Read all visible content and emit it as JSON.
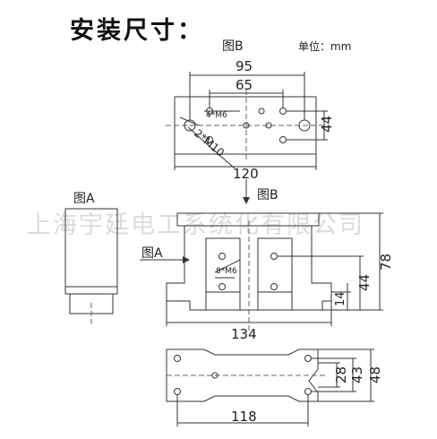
{
  "title": "安装尺寸：",
  "unit_label": "单位：mm",
  "view_b_label": "图B",
  "view_a_label": "图A",
  "arrow_a_label": "图A",
  "arrow_b_label": "图B",
  "watermark": "上海宇廷电工系统化有限公司",
  "dims": {
    "d95": "95",
    "d65": "65",
    "d44_top": "44",
    "d120": "120",
    "d78": "78",
    "d44_front": "44",
    "d14": "14",
    "d134": "134",
    "d48": "48",
    "d43": "43",
    "d28": "28",
    "d118": "118"
  },
  "callouts": {
    "m6_four": "4*M6",
    "m10_two": "2*M10",
    "m6_eight": "8*M6"
  }
}
